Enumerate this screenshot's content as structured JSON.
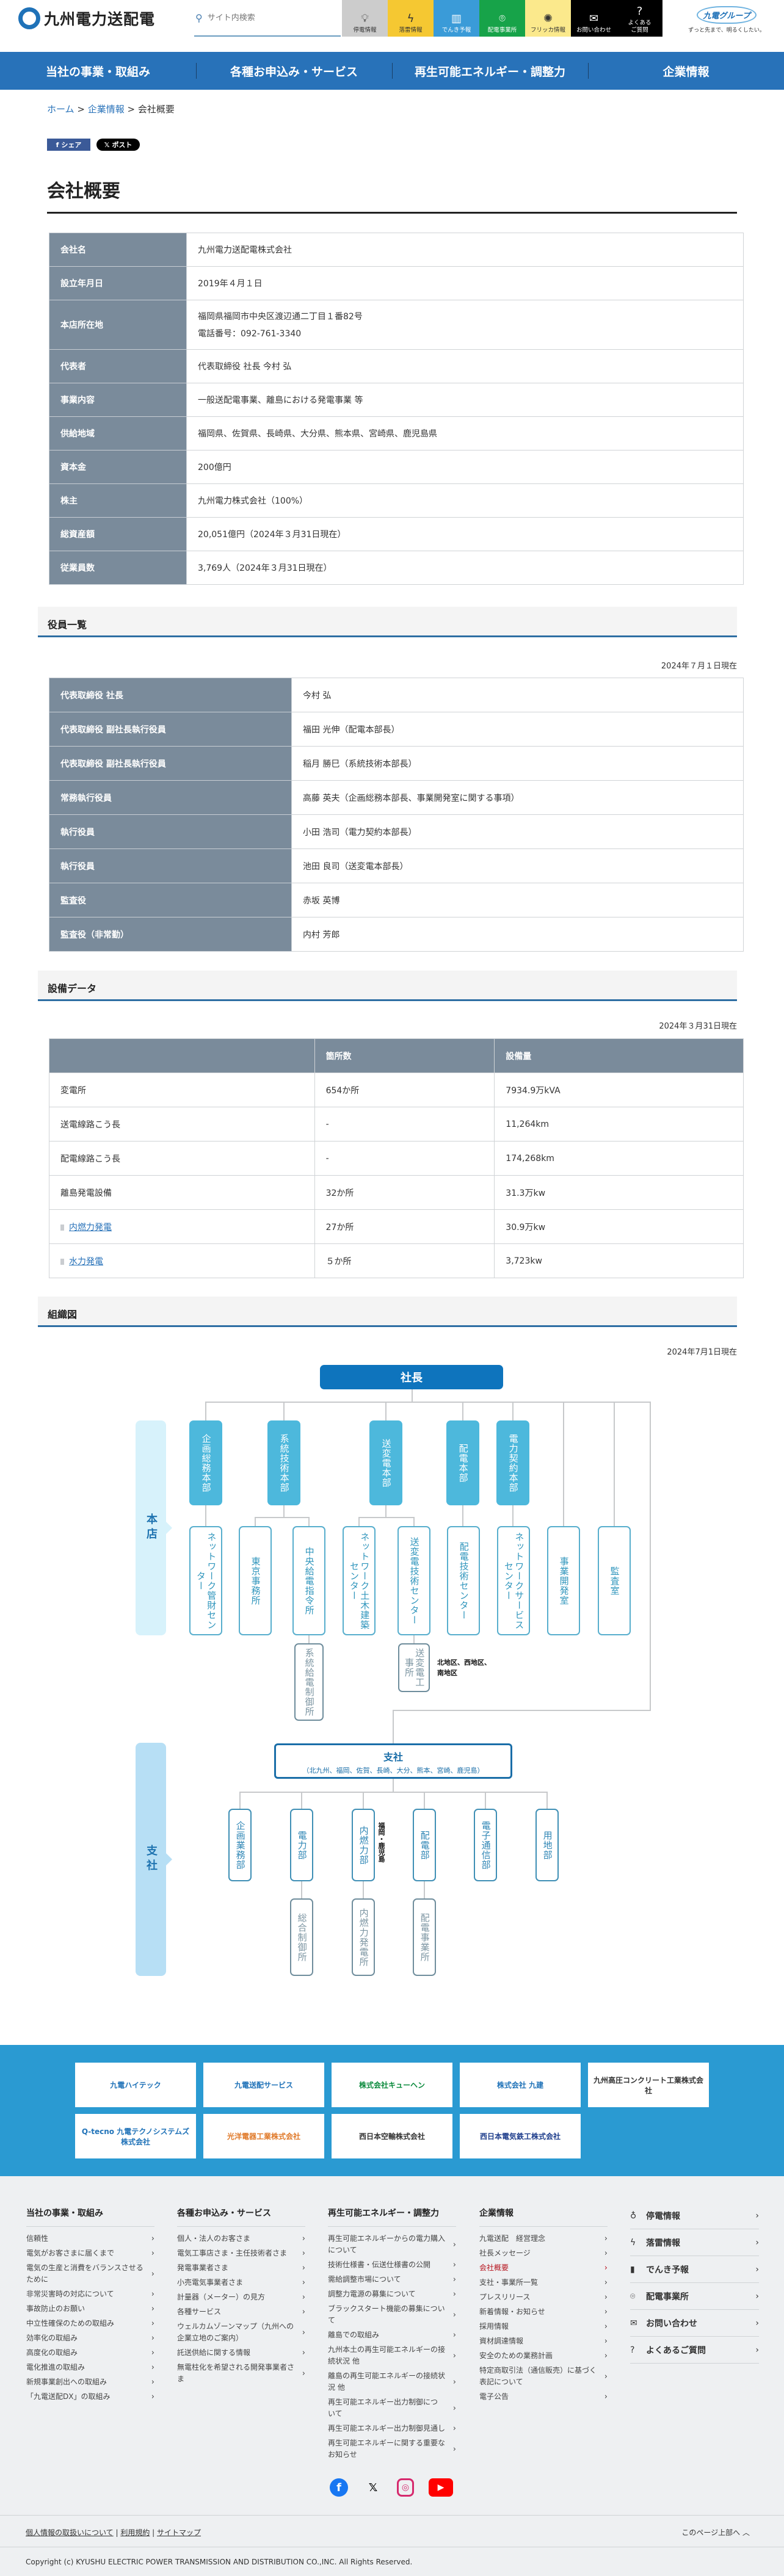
{
  "header": {
    "logo": "九州電力送配電",
    "search_placeholder": "サイト内検索",
    "quick": [
      {
        "label": "停電情報",
        "icon": "bulb-icon",
        "color": "#cccccc",
        "fg": "#333"
      },
      {
        "label": "落雷情報",
        "icon": "lightning-icon",
        "color": "#f5c832",
        "fg": "#333"
      },
      {
        "label": "でんき予報",
        "icon": "battery-icon",
        "color": "#3a9bd8",
        "fg": "#fff"
      },
      {
        "label": "配電事業所",
        "icon": "pin-icon",
        "color": "#17a349",
        "fg": "#fff"
      },
      {
        "label": "フリッカ情報",
        "icon": "flicker-bulb-icon",
        "color": "#fbe98c",
        "fg": "#333"
      },
      {
        "label": "お問い合わせ",
        "icon": "mail-icon",
        "color": "#000000",
        "fg": "#fff"
      },
      {
        "label": "よくある\nご質問",
        "icon": "question-icon",
        "color": "#000000",
        "fg": "#fff"
      }
    ],
    "group_logo": "九電グループ",
    "group_tagline": "ずっと先まで、明るくしたい。"
  },
  "nav": [
    "当社の事業・取組み",
    "各種お申込み・サービス",
    "再生可能エネルギー・調整力",
    "企業情報"
  ],
  "breadcrumb": {
    "home": "ホーム",
    "parent": "企業情報",
    "current": "会社概要",
    "sep": ">"
  },
  "share": {
    "facebook": "シェア",
    "x": "ポスト"
  },
  "page_title": "会社概要",
  "overview": [
    [
      "会社名",
      "九州電力送配電株式会社"
    ],
    [
      "設立年月日",
      "2019年４月１日"
    ],
    [
      "本店所在地",
      "福岡県福岡市中央区渡辺通二丁目１番82号",
      "電話番号：092-761-3340"
    ],
    [
      "代表者",
      "代表取締役 社長 今村 弘"
    ],
    [
      "事業内容",
      "一般送配電事業、離島における発電事業 等"
    ],
    [
      "供給地域",
      "福岡県、佐賀県、長崎県、大分県、熊本県、宮崎県、鹿児島県"
    ],
    [
      "資本金",
      "200億円"
    ],
    [
      "株主",
      "九州電力株式会社（100%）"
    ],
    [
      "総資産額",
      "20,051億円（2024年３月31日現在）"
    ],
    [
      "従業員数",
      "3,769人（2024年３月31日現在）"
    ]
  ],
  "officers": {
    "heading": "役員一覧",
    "as_of": "2024年７月１日現在",
    "rows": [
      [
        "代表取締役 社長",
        "今村 弘"
      ],
      [
        "代表取締役 副社長執行役員",
        "福田 光伸（配電本部長）"
      ],
      [
        "代表取締役 副社長執行役員",
        "稲月 勝巳（系統技術本部長）"
      ],
      [
        "常務執行役員",
        "高藤 英夫（企画総務本部長、事業開発室に関する事項）"
      ],
      [
        "執行役員",
        "小田 浩司（電力契約本部長）"
      ],
      [
        "執行役員",
        "池田 良司（送変電本部長）"
      ],
      [
        "監査役",
        "赤坂 英博"
      ],
      [
        "監査役（非常勤）",
        "内村 芳郎"
      ]
    ]
  },
  "facilities": {
    "heading": "設備データ",
    "as_of": "2024年３月31日現在",
    "columns": [
      "",
      "箇所数",
      "設備量"
    ],
    "rows": [
      {
        "name": "変電所",
        "count": "654か所",
        "amount": "7934.9万kVA"
      },
      {
        "name": "送電線路こう長",
        "count": "-",
        "amount": "11,264km"
      },
      {
        "name": "配電線路こう長",
        "count": "-",
        "amount": "174,268km"
      },
      {
        "name": "離島発電設備",
        "count": "32か所",
        "amount": "31.3万kw"
      },
      {
        "name": "内燃力発電",
        "count": "27か所",
        "amount": "30.9万kw",
        "link": true
      },
      {
        "name": "水力発電",
        "count": "５か所",
        "amount": "3,723kw",
        "link": true
      }
    ]
  },
  "org": {
    "heading": "組織図",
    "as_of": "2024年7月1日現在",
    "president": "社長",
    "honten": "本店",
    "shisha_band": "支社",
    "hq": [
      "企画総務本部",
      "系統技術本部",
      "送変電本部",
      "配電本部",
      "電力契約本部"
    ],
    "units": [
      "ネットワーク管財センター",
      "東京事務所",
      "中央給電指令所",
      "ネットワーク土木建築センター",
      "送変電技術センター",
      "配電技術センター",
      "ネットワークサービスセンター",
      "事業開発室",
      "監査室"
    ],
    "sub_control": "系統給電制御所",
    "sub_works": "送変電工事所",
    "works_note": "北地区、西地区、\n南地区",
    "branch": "支社",
    "branch_list": "（北九州、福岡、佐賀、長崎、大分、熊本、宮崎、鹿児島）",
    "branch_depts": [
      "企画業務部",
      "電力部",
      "内燃力部",
      "配電部",
      "電子通信部",
      "用地部"
    ],
    "naine_note": "福岡・鹿児島",
    "branch_subs": [
      "総合制御所",
      "内燃力発電所",
      "配電事業所"
    ]
  },
  "banners": [
    "九電ハイテック",
    "九電送配サービス",
    "株式会社キューヘン",
    "株式会社 九建",
    "九州高圧コンクリート工業株式会社",
    "Q-tecno 九電テクノシステムズ株式会社",
    "光洋電器工業株式会社",
    "西日本空輸株式会社",
    "西日本電気鉄工株式会社"
  ],
  "footer": {
    "cols": [
      {
        "title": "当社の事業・取組み",
        "items": [
          "信頼性",
          "電気がお客さまに届くまで",
          "電気の生産と消費をバランスさせるために",
          "非常災害時の対応について",
          "事故防止のお願い",
          "中立性確保のための取組み",
          "効率化の取組み",
          "高度化の取組み",
          "電化推進の取組み",
          "新規事業創出への取組み",
          "「九電送配DX」の取組み"
        ]
      },
      {
        "title": "各種お申込み・サービス",
        "items": [
          "個人・法人のお客さま",
          "電気工事店さま・主任技術者さま",
          "発電事業者さま",
          "小売電気事業者さま",
          "計量器（メーター）の見方",
          "各種サービス",
          "ウェルカムゾーンマップ（九州への企業立地のご案内）",
          "託送供給に関する情報",
          "無電柱化を希望される開発事業者さま"
        ]
      },
      {
        "title": "再生可能エネルギー・調整力",
        "items": [
          "再生可能エネルギーからの電力購入について",
          "技術仕様書・伝送仕様書の公開",
          "需給調整市場について",
          "調整力電源の募集について",
          "ブラックスタート機能の募集について",
          "離島での取組み",
          "九州本土の再生可能エネルギーの接続状況 他",
          "離島の再生可能エネルギーの接続状況 他",
          "再生可能エネルギー出力制御について",
          "再生可能エネルギー出力制御見通し",
          "再生可能エネルギーに関する重要なお知らせ"
        ]
      },
      {
        "title": "企業情報",
        "items": [
          "九電送配　経営理念",
          "社長メッセージ",
          "会社概要",
          "支社・事業所一覧",
          "プレスリリース",
          "新着情報・お知らせ",
          "採用情報",
          "資材調達情報",
          "安全のための業務計画",
          "特定商取引法（通信販売）に基づく表記について",
          "電子公告"
        ],
        "current": 2
      }
    ],
    "quick": [
      {
        "label": "停電情報",
        "icon": "bulb-icon"
      },
      {
        "label": "落雷情報",
        "icon": "lightning-icon"
      },
      {
        "label": "でんき予報",
        "icon": "battery-icon"
      },
      {
        "label": "配電事業所",
        "icon": "pin-icon"
      },
      {
        "label": "お問い合わせ",
        "icon": "mail-icon"
      },
      {
        "label": "よくあるご質問",
        "icon": "question-icon"
      }
    ],
    "links": [
      "個人情報の取扱いについて",
      "利用規約",
      "サイトマップ"
    ],
    "pagetop": "このページ上部へ",
    "copyright": "Copyright (c) KYUSHU ELECTRIC POWER TRANSMISSION AND DISTRIBUTION CO.,INC. All Rights Reserved."
  }
}
